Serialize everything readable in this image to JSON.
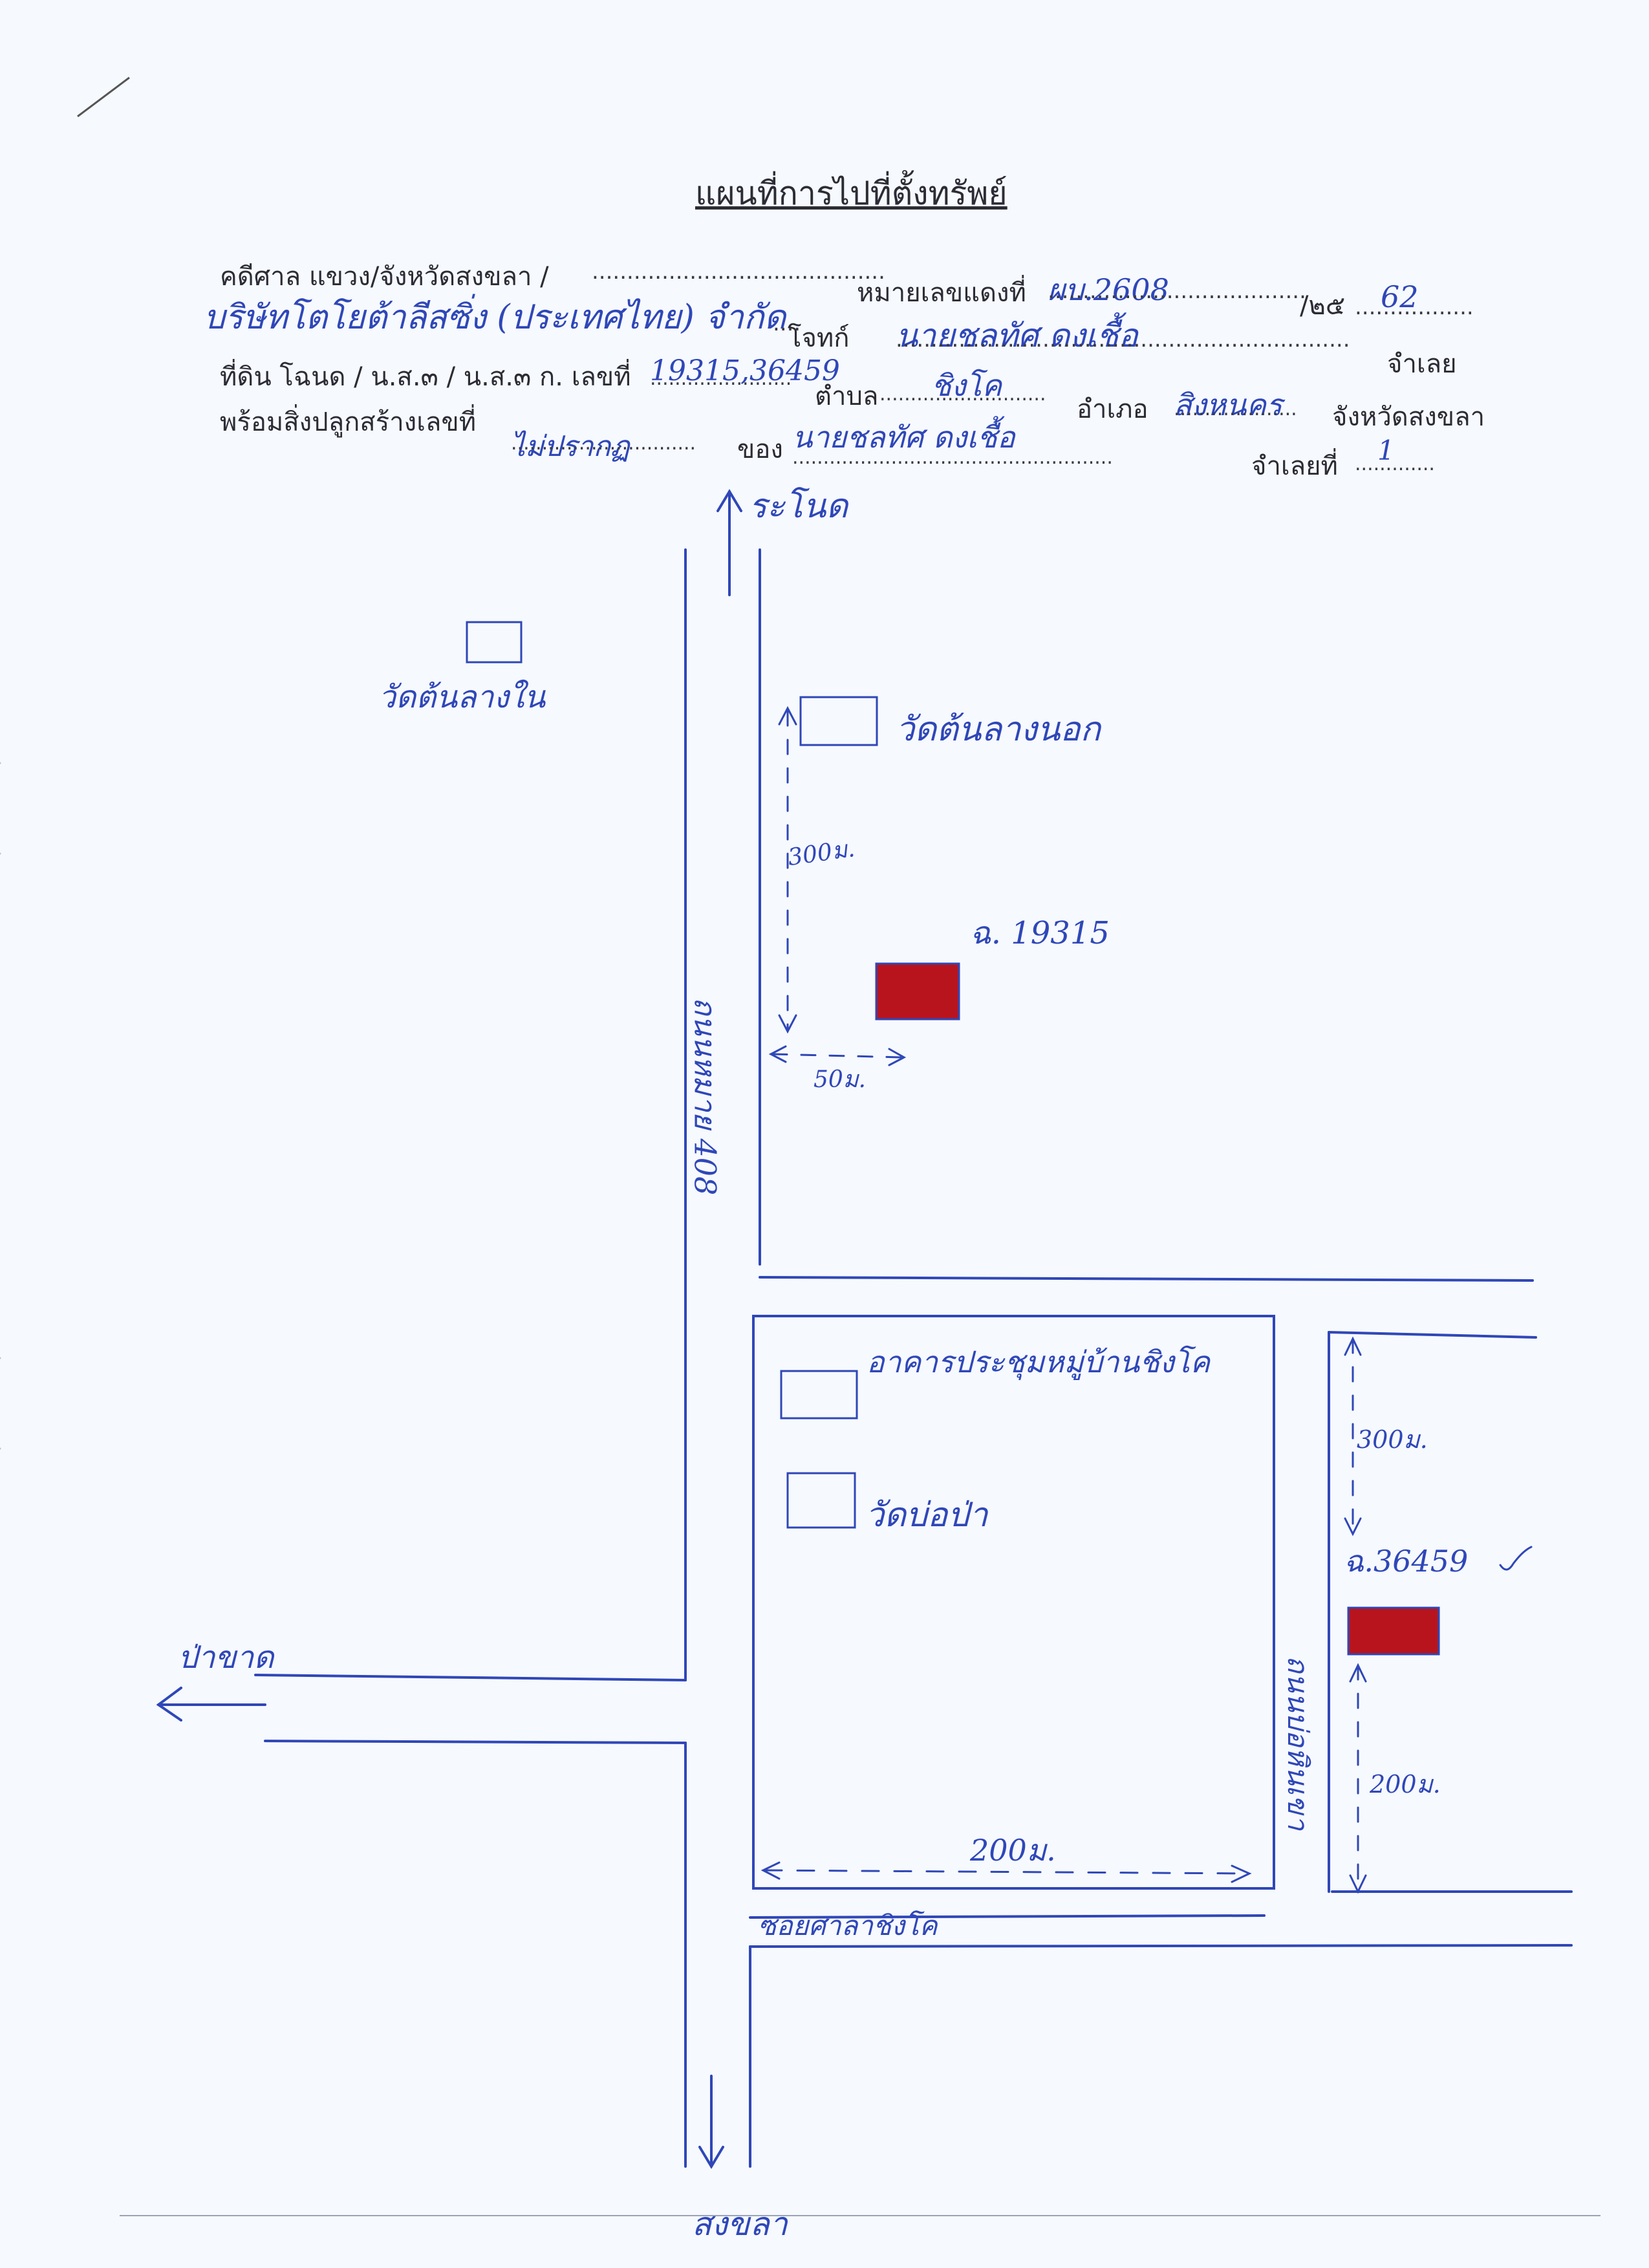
{
  "document": {
    "title": "แผนที่การไปที่ตั้งทรัพย์",
    "header": {
      "court_label": "คดีศาล แขวง/จังหวัดสงขลา /",
      "red_case_label": "หมายเลขแดงที่",
      "red_case_value": "ผบ.2608",
      "year_sep": "/๒๕",
      "year_value": "62",
      "company": "บริษัทโตโยต้าลีสซิ่ง (ประเทศไทย) จำกัด",
      "plaintiff_label": "โจทก์",
      "defendant_name": "นายชลทัศ ดงเชื้อ",
      "defendant_label": "จำเลย",
      "land_label": "ที่ดิน โฉนด / น.ส.๓ / น.ส.๓ ก. เลขที่",
      "land_numbers": "19315,36459",
      "tambon_label": "ตำบล",
      "tambon_value": "ชิงโค",
      "amphoe_label": "อำเภอ",
      "amphoe_value": "สิงหนคร",
      "province_label": "จังหวัดสงขลา",
      "building_label": "พร้อมสิ่งปลูกสร้างเลขที่",
      "building_value": "ไม่ปรากฏ",
      "owner_label": "ของ",
      "owner_value": "นายชลทัศ ดงเชื้อ",
      "defendant_no_label": "จำเลยที่",
      "defendant_no_value": "1"
    }
  },
  "map": {
    "north_label": "ระโนด",
    "south_label": "สงขลา",
    "west_label": "ป่าขาด",
    "highway_label": "ถนนหมาย 408",
    "right_road_label": "ถนนบ่อหินเขา",
    "soi_label": "ซอยศาลาชิงโค",
    "wat_tonluang_nai": "วัดต้นลางใน",
    "wat_tonluang_nok": "วัดต้นลางนอก",
    "parcel1_label": "ฉ. 19315",
    "dist_300_top": "300ม.",
    "dist_50": "50ม.",
    "meeting_hall": "อาคารประชุมหมู่บ้านชิงโค",
    "wat_bo_pa": "วัดบ่อป่า",
    "dist_200_bottom": "200ม.",
    "dist_300_right": "300ม.",
    "parcel2_label": "ฉ.36459",
    "dist_200_right": "200ม.",
    "parcel_color": "#b8141e",
    "ink_color": "#2f47b8"
  }
}
